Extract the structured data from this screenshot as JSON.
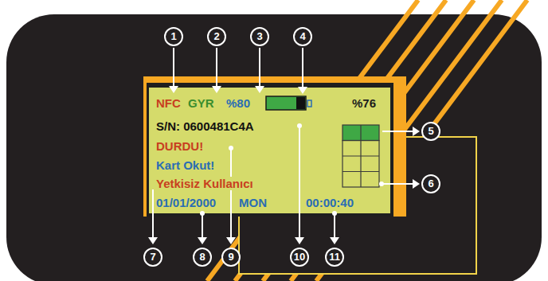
{
  "diagram": {
    "nodes": [
      {
        "text": [
          "NFC",
          "GYR",
          "%80",
          "%76",
          "S/N: 0600481C4A",
          "DURDU!",
          "Kart Okut!",
          "Yetkisiz Kullanıcı",
          "01/01/2000",
          "MON",
          "00:00:40"
        ]
      }
    ],
    "labels": [
      "1",
      "2",
      "3",
      "4",
      "5",
      "6",
      "7",
      "8",
      "9",
      "10",
      "11"
    ]
  }
}
